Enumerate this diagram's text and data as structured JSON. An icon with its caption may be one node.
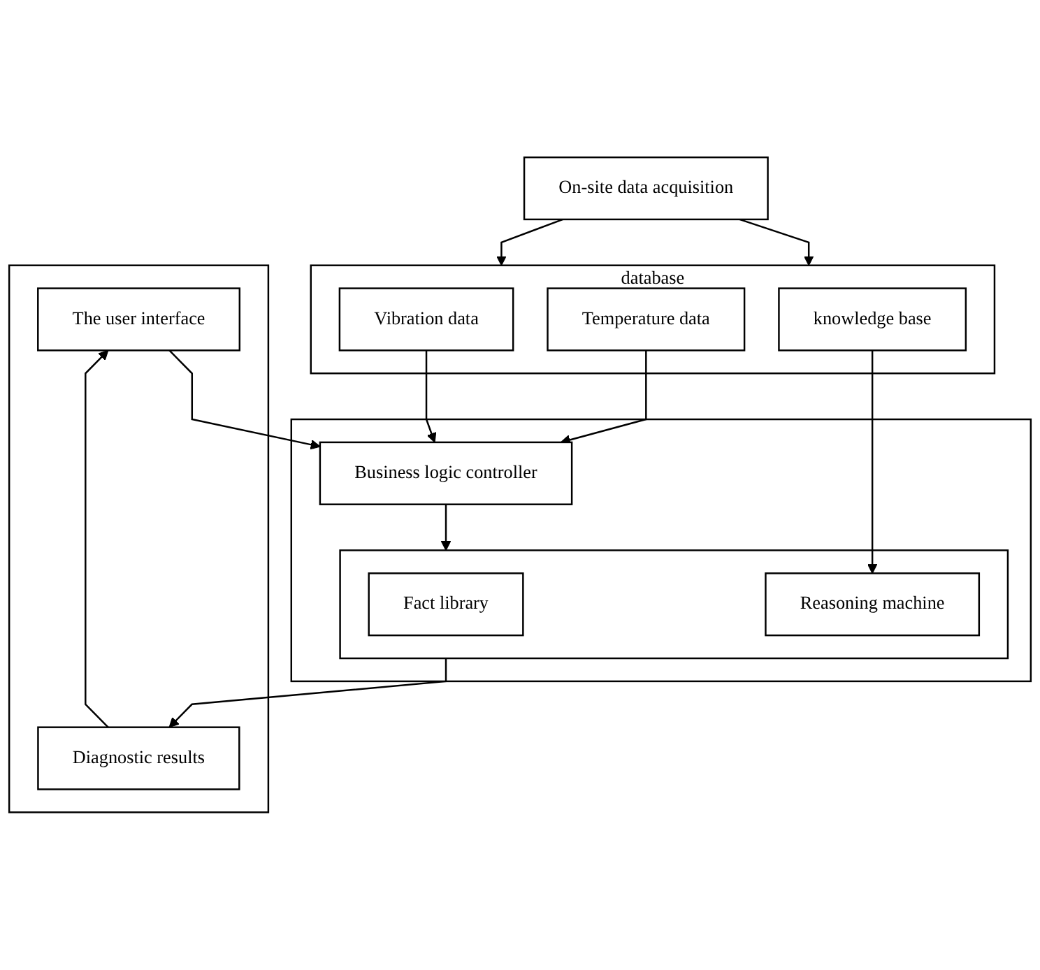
{
  "diagram": {
    "nodes": [
      {
        "text": [],
        "shape": "box"
      },
      {
        "text": [
          "The user interface"
        ],
        "in": 0
      },
      {
        "text": [
          "Diagnostic results"
        ],
        "in": 0
      },
      {
        "text": [],
        "shape": "box"
      },
      {
        "text": [
          "Business logic controller"
        ],
        "in": 3
      },
      {
        "text": [],
        "shape": "box",
        "in": 3
      },
      {
        "text": [
          "Fact library"
        ],
        "in": 5
      },
      {
        "text": [
          "Reasoning machine"
        ],
        "in": 5
      },
      {
        "text": [
          "database"
        ]
      },
      {
        "text": [
          "Temperature data"
        ],
        "in": 8
      },
      {
        "text": [
          "Vibration data"
        ],
        "in": 8
      },
      {
        "text": [
          "knowledge base"
        ],
        "in": 8
      },
      {
        "text": [
          "On-site data acquisition"
        ]
      }
    ],
    "edges": [
      {
        "from": 2,
        "to": 1,
        "arrow": "to"
      },
      {
        "from": 1,
        "to": 4,
        "arrow": "to"
      },
      {
        "from": 4,
        "to": 5,
        "arrow": "to"
      },
      {
        "from": 5,
        "to": 2,
        "arrow": "to"
      },
      {
        "from": 9,
        "to": 4,
        "arrow": "to"
      },
      {
        "from": 10,
        "to": 4,
        "arrow": "to"
      },
      {
        "from": 11,
        "to": 7,
        "arrow": "to"
      },
      {
        "from": 12,
        "to": 8,
        "arrow": "to"
      },
      {
        "from": 12,
        "to": 8,
        "arrow": "to"
      }
    ]
  }
}
